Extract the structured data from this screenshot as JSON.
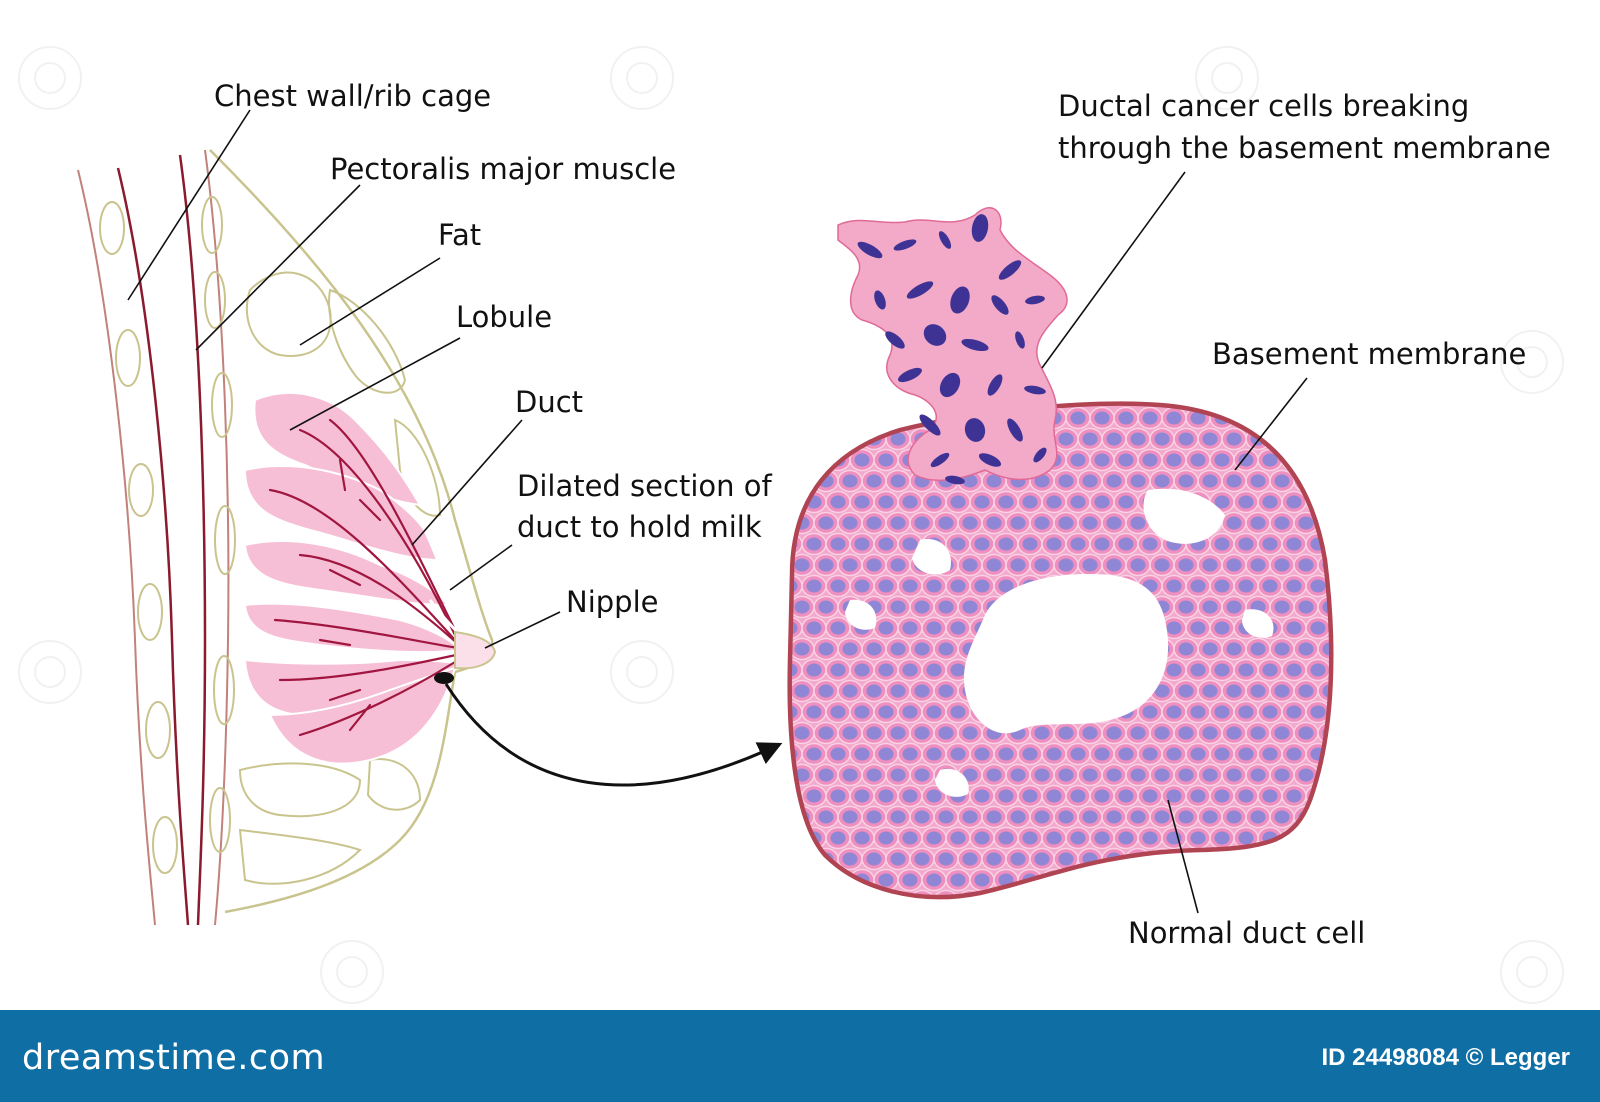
{
  "left_labels": {
    "chest_wall": "Chest wall/rib cage",
    "pectoralis": "Pectoralis major muscle",
    "fat": "Fat",
    "lobule": "Lobule",
    "duct": "Duct",
    "dilated": "Dilated section of duct to hold milk",
    "nipple": "Nipple"
  },
  "right_labels": {
    "ductal_cancer_line1": "Ductal cancer cells breaking",
    "ductal_cancer_line2": "through the basement membrane",
    "basement_membrane": "Basement membrane",
    "normal_duct_cell": "Normal duct cell"
  },
  "footer": {
    "logo_text": "dreamstime.com",
    "credit": "ID 24498084 © Legger"
  },
  "colors": {
    "lobule_pink": "#f6bfd6",
    "duct_red": "#a1163f",
    "chest_wall_red": "#8a1a2e",
    "fat_outline": "#c9c48e",
    "membrane": "#b04452",
    "cell_pink": "#ef8fbf",
    "nucleus": "#8f86d6",
    "cancer_nucleus": "#3e3394",
    "footer_bg": "#0f6fa5"
  },
  "icons": [
    "watermark-spiral-icon"
  ]
}
